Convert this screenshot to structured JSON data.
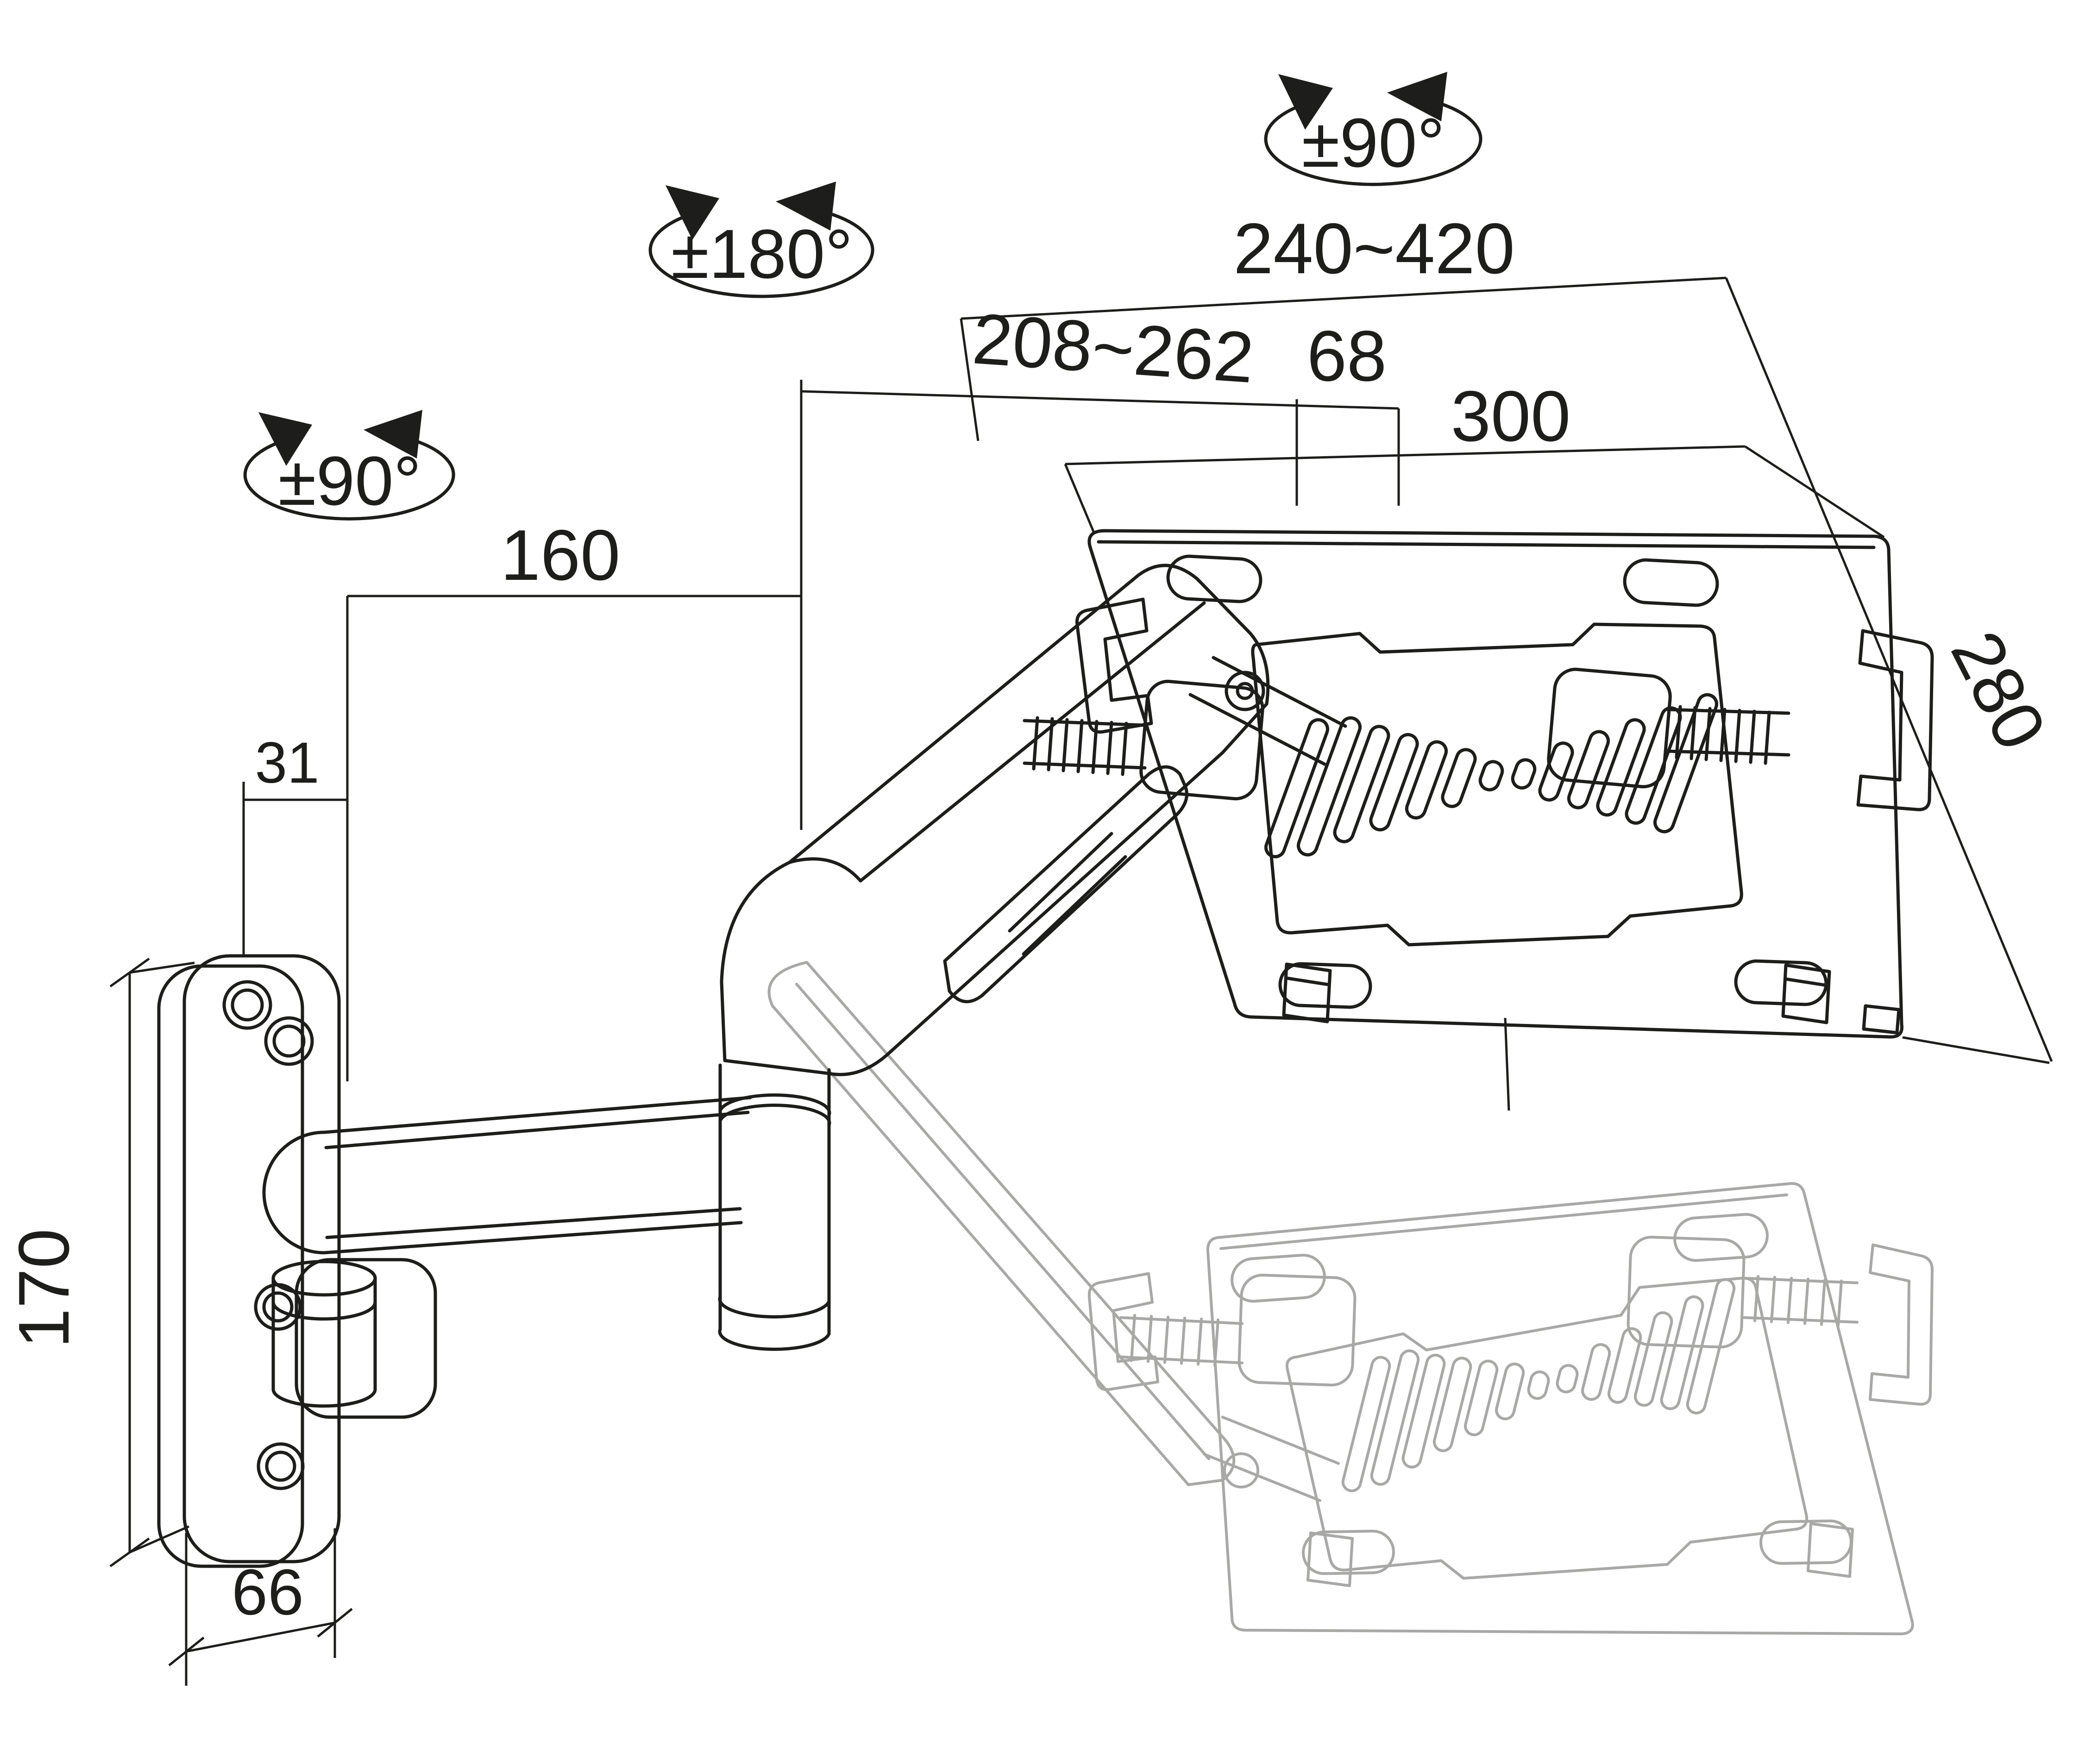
{
  "drawing": {
    "kind": "wall-mount monitor arm dimension drawing",
    "colors": {
      "line": "#1d1d1b",
      "ghost": "#a8a8a7",
      "background": "#ffffff"
    }
  },
  "rotations": {
    "tray_swivel": "±90°",
    "elbow_swivel": "±180°",
    "wall_swivel": "±90°"
  },
  "dimensions": {
    "extension_range": "240~420",
    "arm_reach_range": "208~262",
    "slot_offset": "68",
    "tray_width": "300",
    "tray_depth": "280",
    "link_length": "160",
    "wall_offset": "31",
    "plate_height": "170",
    "plate_width": "66"
  }
}
